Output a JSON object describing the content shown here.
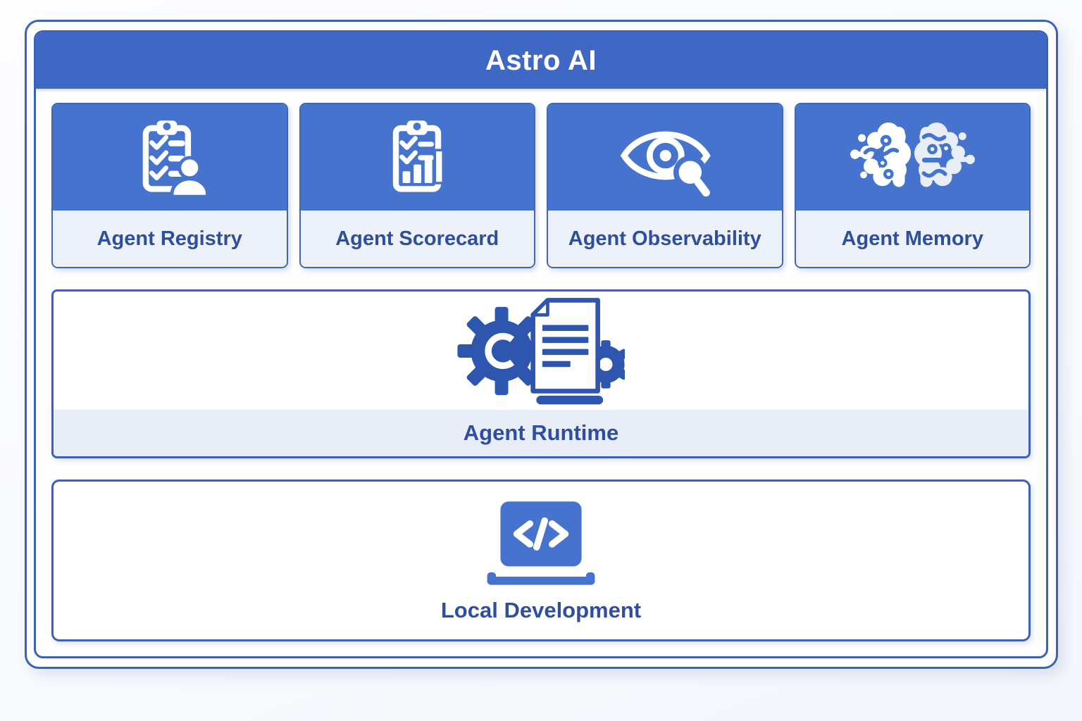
{
  "title": "Astro AI",
  "colors": {
    "header_blue": "#3e68c3",
    "card_blue": "#4673cd",
    "icon_deep_blue": "#2e56ae",
    "frame_border_blue": "#3a62b8",
    "label_band": "#edf1fa",
    "runtime_band": "#e9edf8",
    "label_text_blue": "#2d4f9e",
    "icon_white": "#ffffff"
  },
  "cards": [
    {
      "label": "Agent Registry",
      "icon": "clipboard-checklist-user-icon"
    },
    {
      "label": "Agent Scorecard",
      "icon": "clipboard-chart-icon"
    },
    {
      "label": "Agent Observability",
      "icon": "eye-magnifier-icon"
    },
    {
      "label": "Agent Memory",
      "icon": "brain-circuit-icon"
    }
  ],
  "runtime_panel": {
    "label": "Agent Runtime",
    "icon": "gear-document-icon"
  },
  "local_dev_panel": {
    "label": "Local Development",
    "icon": "laptop-code-icon"
  }
}
